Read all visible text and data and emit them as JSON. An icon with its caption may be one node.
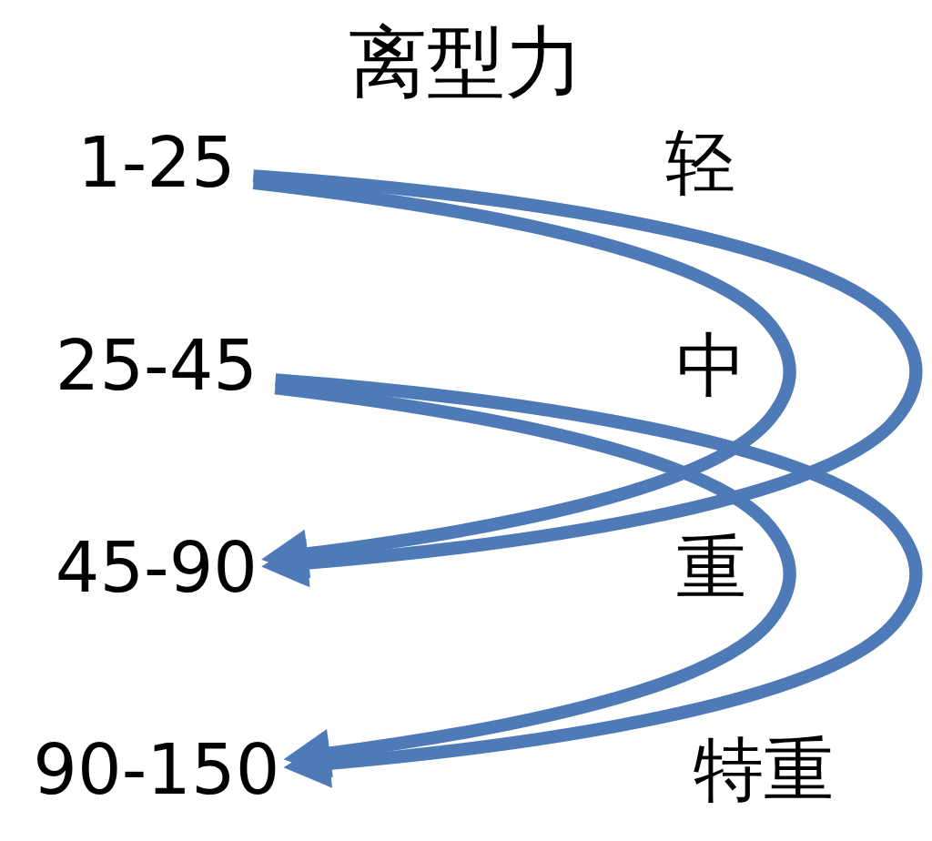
{
  "diagram": {
    "title": "离型力",
    "nodes": [
      {
        "text": [
          "1-25"
        ]
      },
      {
        "text": [
          "25-45"
        ]
      },
      {
        "text": [
          "45-90"
        ]
      },
      {
        "text": [
          "90-150"
        ]
      }
    ],
    "edges": [
      {
        "from": 0,
        "to": 2,
        "arrow": "to"
      },
      {
        "from": 0,
        "to": 2,
        "arrow": "to"
      },
      {
        "from": 1,
        "to": 3,
        "arrow": "to"
      },
      {
        "from": 1,
        "to": 3,
        "arrow": "to"
      }
    ],
    "labels": [
      "轻",
      "中",
      "重",
      "特重"
    ]
  }
}
